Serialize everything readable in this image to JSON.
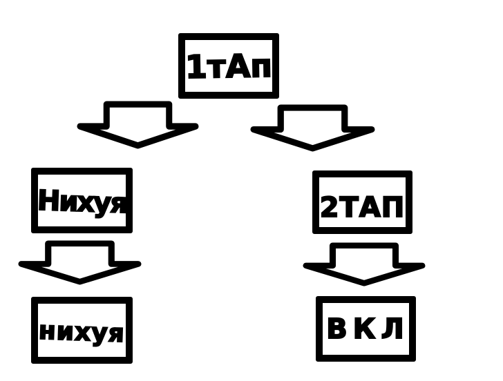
{
  "canvas": {
    "background_color": "#ffffff",
    "ink_color": "#000000",
    "style": "hand-drawn marker flowchart"
  },
  "flowchart": {
    "root": {
      "label": "1тАп"
    },
    "branches": [
      {
        "node": {
          "label": "Нихуя"
        },
        "result": {
          "label": "нихуя"
        }
      },
      {
        "node": {
          "label": "2ТАП"
        },
        "result": {
          "label": "ВКЛ"
        }
      }
    ],
    "arrows": [
      {
        "name": "root-to-left-branch",
        "glyph": "block-arrow-down"
      },
      {
        "name": "root-to-right-branch",
        "glyph": "block-arrow-down"
      },
      {
        "name": "left-branch-to-result",
        "glyph": "block-arrow-down"
      },
      {
        "name": "right-branch-to-result",
        "glyph": "block-arrow-down"
      }
    ]
  }
}
